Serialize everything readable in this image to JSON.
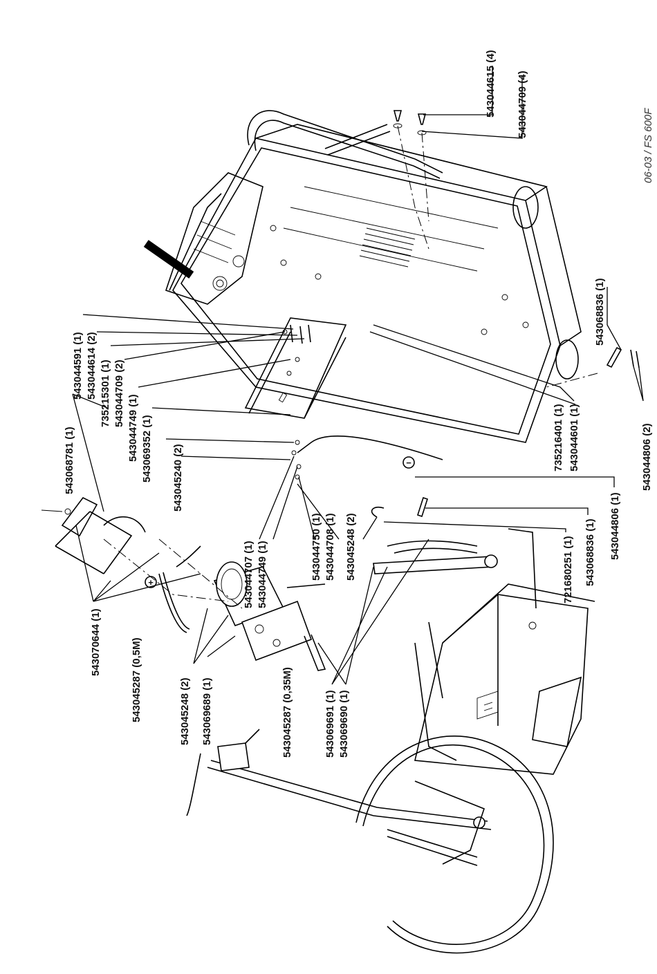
{
  "doc_code": "06-03 / FS 600F",
  "labels": {
    "l01": "543044615 (4)",
    "l02": "543044709 (4)",
    "l03": "543068836 (1)",
    "l04": "543044806 (2)",
    "l05": "735216401 (1)",
    "l06": "543044601 (1)",
    "l07": "543044591 (1)",
    "l08": "543044614 (2)",
    "l09": "735215301 (1)",
    "l10": "543044709 (2)",
    "l11": "543044749 (1)",
    "l12": "543069352 (1)",
    "l13": "543045240 (2)",
    "l14": "543068781 (1)",
    "l15": "543044707 (1)",
    "l16": "543044749 (1)",
    "l17": "543044750 (1)",
    "l18": "543044708 (1)",
    "l19": "543045248 (2)",
    "l20": "543044806 (1)",
    "l21": "543068836 (1)",
    "l22": "721680251 (1)",
    "l23": "543070644 (1)",
    "l24": "543045287 (0,5M)",
    "l25": "543045248 (2)",
    "l26": "543069689 (1)",
    "l27": "543045287 (0,35M)",
    "l28": "543069691 (1)",
    "l29": "543069690 (1)"
  },
  "symbols": {
    "plus": "+",
    "minus": "−"
  }
}
